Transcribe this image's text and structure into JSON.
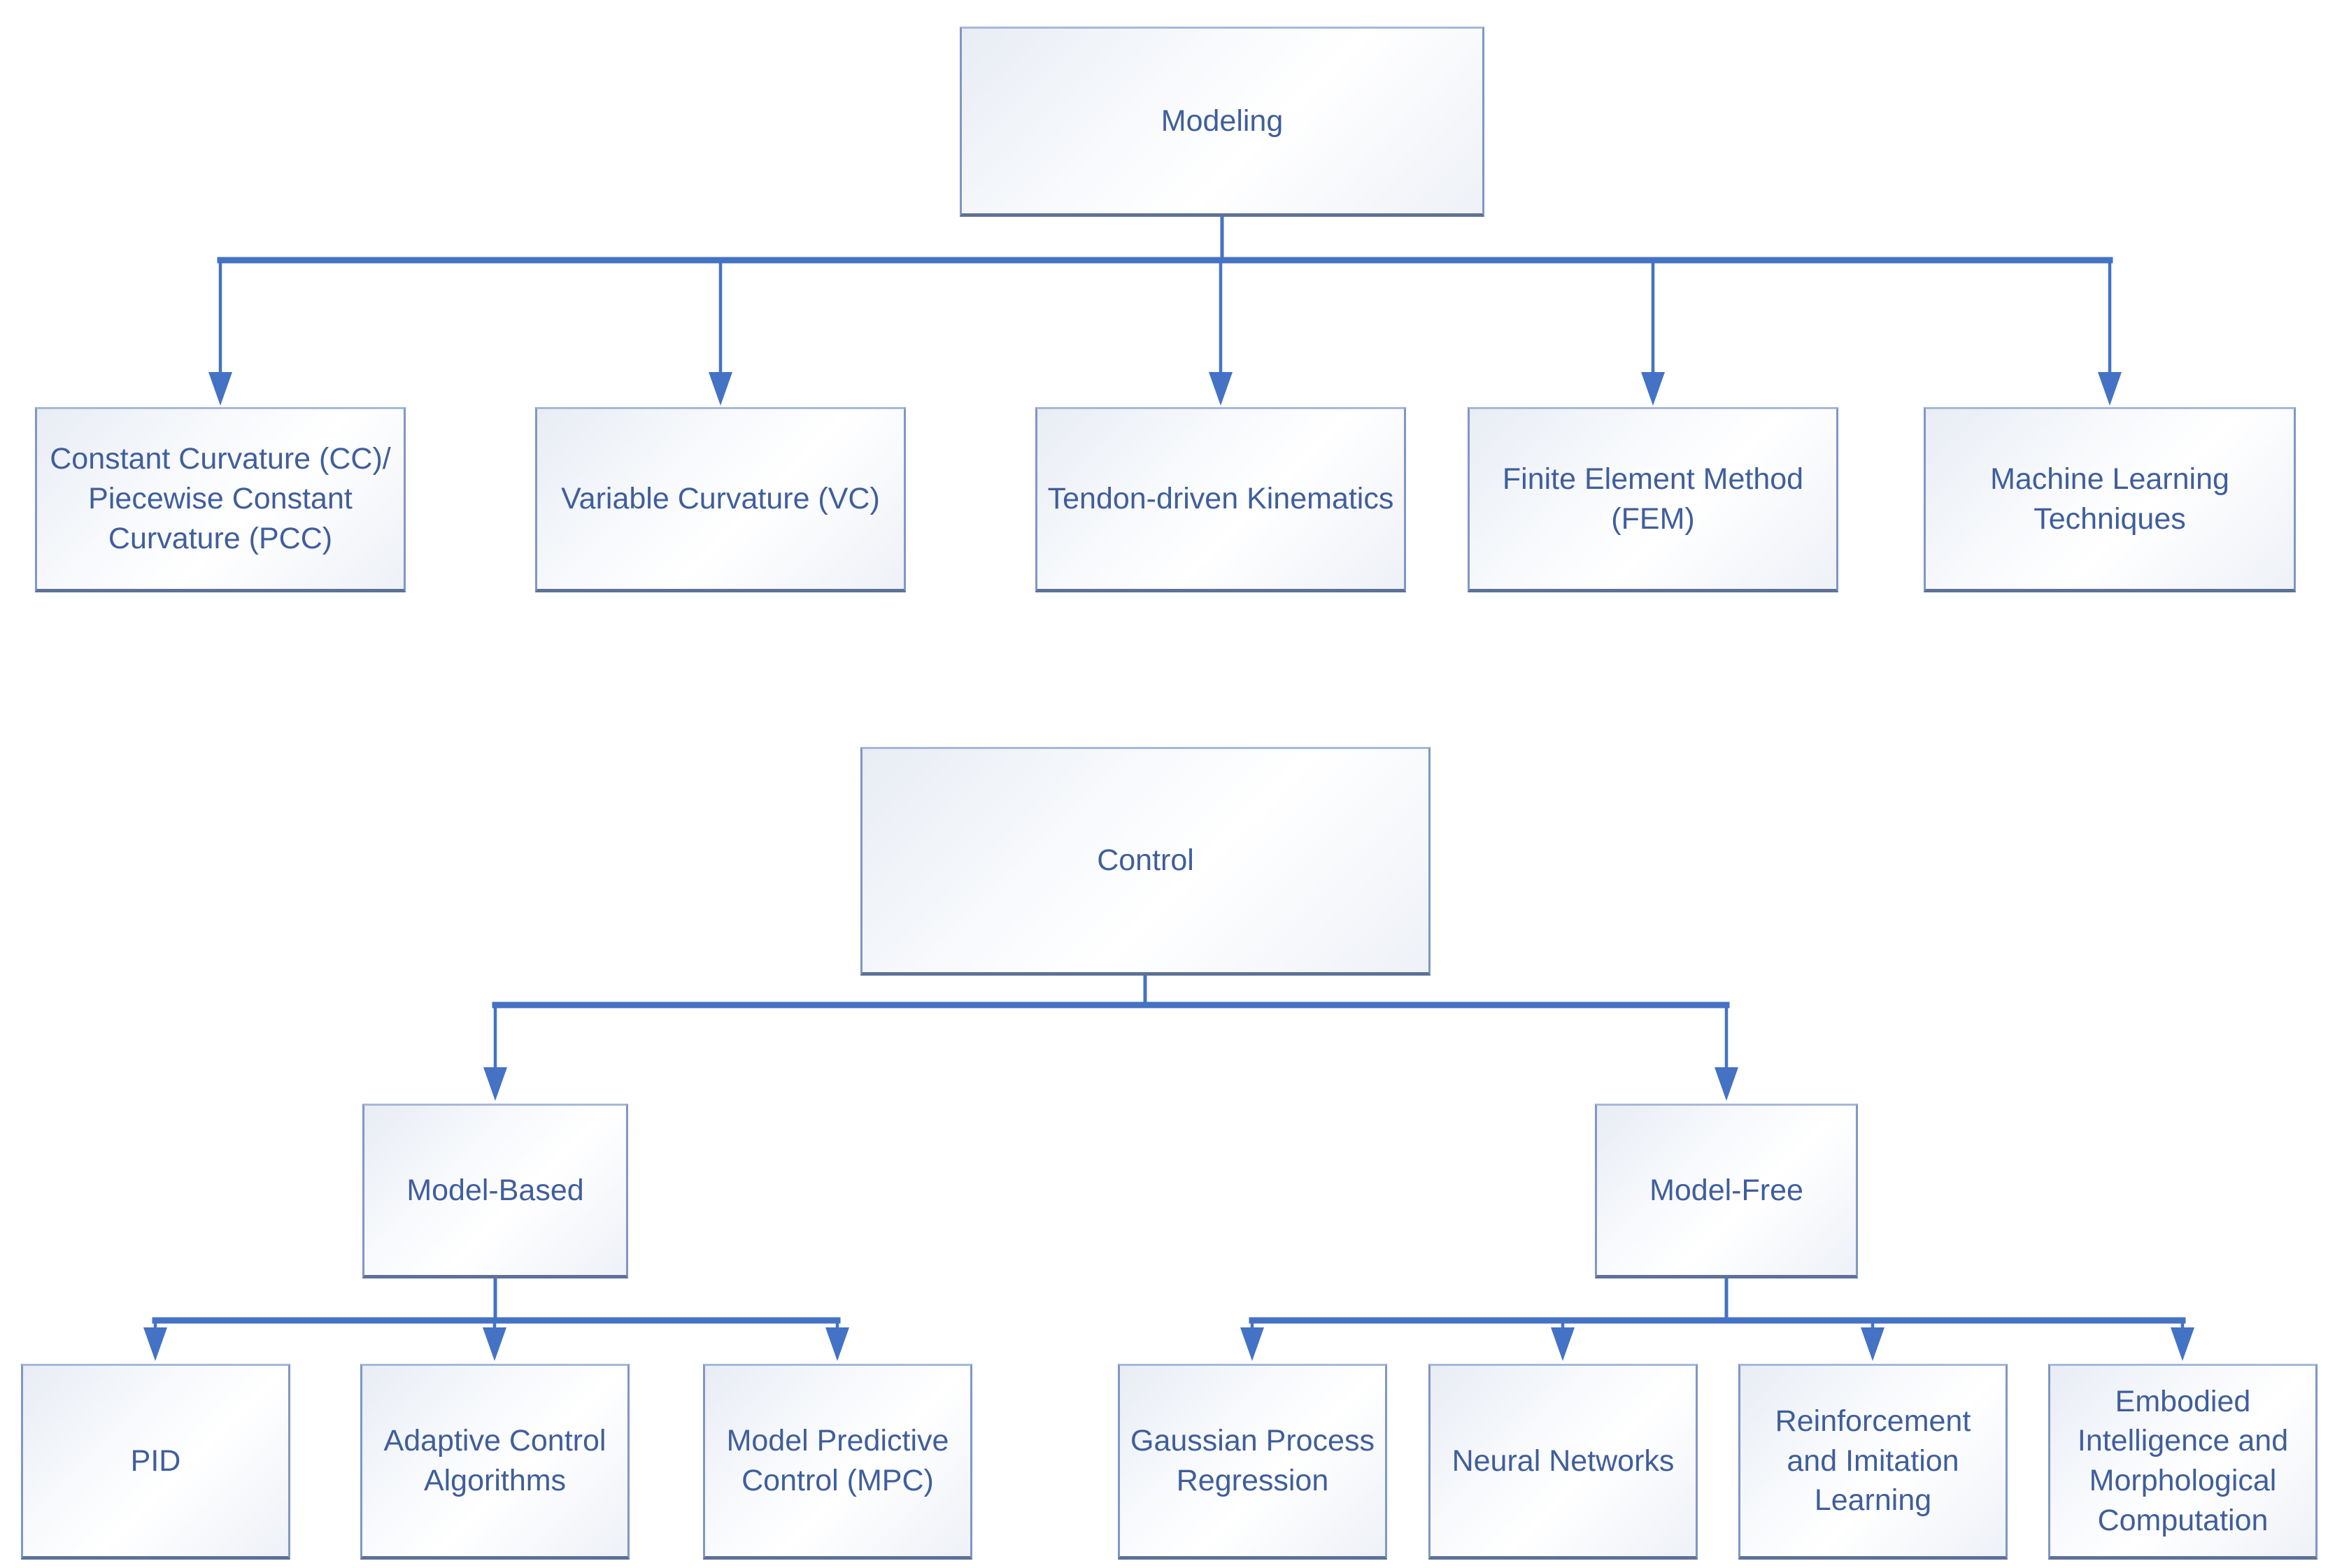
{
  "colors": {
    "connector": "#4472C4",
    "box_border": "#7f97c3",
    "box_border_top": "#a6b8d8",
    "box_border_bottom": "#5e7196",
    "box_text": "#3f5e9c",
    "box_fill_a": "#e8ecf4",
    "box_fill_b": "#ffffff"
  },
  "nodes": {
    "modeling": {
      "label": "Modeling"
    },
    "cc_pcc": {
      "label": "Constant Curvature (CC)/ Piecewise Constant Curvature (PCC)"
    },
    "vc": {
      "label": "Variable Curvature (VC)"
    },
    "tendon": {
      "label": "Tendon-driven Kinematics"
    },
    "fem": {
      "label": "Finite Element Method (FEM)"
    },
    "ml": {
      "label": "Machine Learning Techniques"
    },
    "control": {
      "label": "Control"
    },
    "model_based": {
      "label": "Model-Based"
    },
    "model_free": {
      "label": "Model-Free"
    },
    "pid": {
      "label": "PID"
    },
    "adaptive": {
      "label": "Adaptive Control Algorithms"
    },
    "mpc": {
      "label": "Model Predictive Control (MPC)"
    },
    "gaussian": {
      "label": "Gaussian Process Regression"
    },
    "neural": {
      "label": "Neural Networks"
    },
    "reinforcement": {
      "label": "Reinforcement and Imitation Learning"
    },
    "embodied": {
      "label": "Embodied Intelligence and Morphological Computation"
    }
  },
  "structure": {
    "modeling_children": [
      "cc_pcc",
      "vc",
      "tendon",
      "fem",
      "ml"
    ],
    "control_children": [
      "model_based",
      "model_free"
    ],
    "model_based_children": [
      "pid",
      "adaptive",
      "mpc"
    ],
    "model_free_children": [
      "gaussian",
      "neural",
      "reinforcement",
      "embodied"
    ]
  }
}
